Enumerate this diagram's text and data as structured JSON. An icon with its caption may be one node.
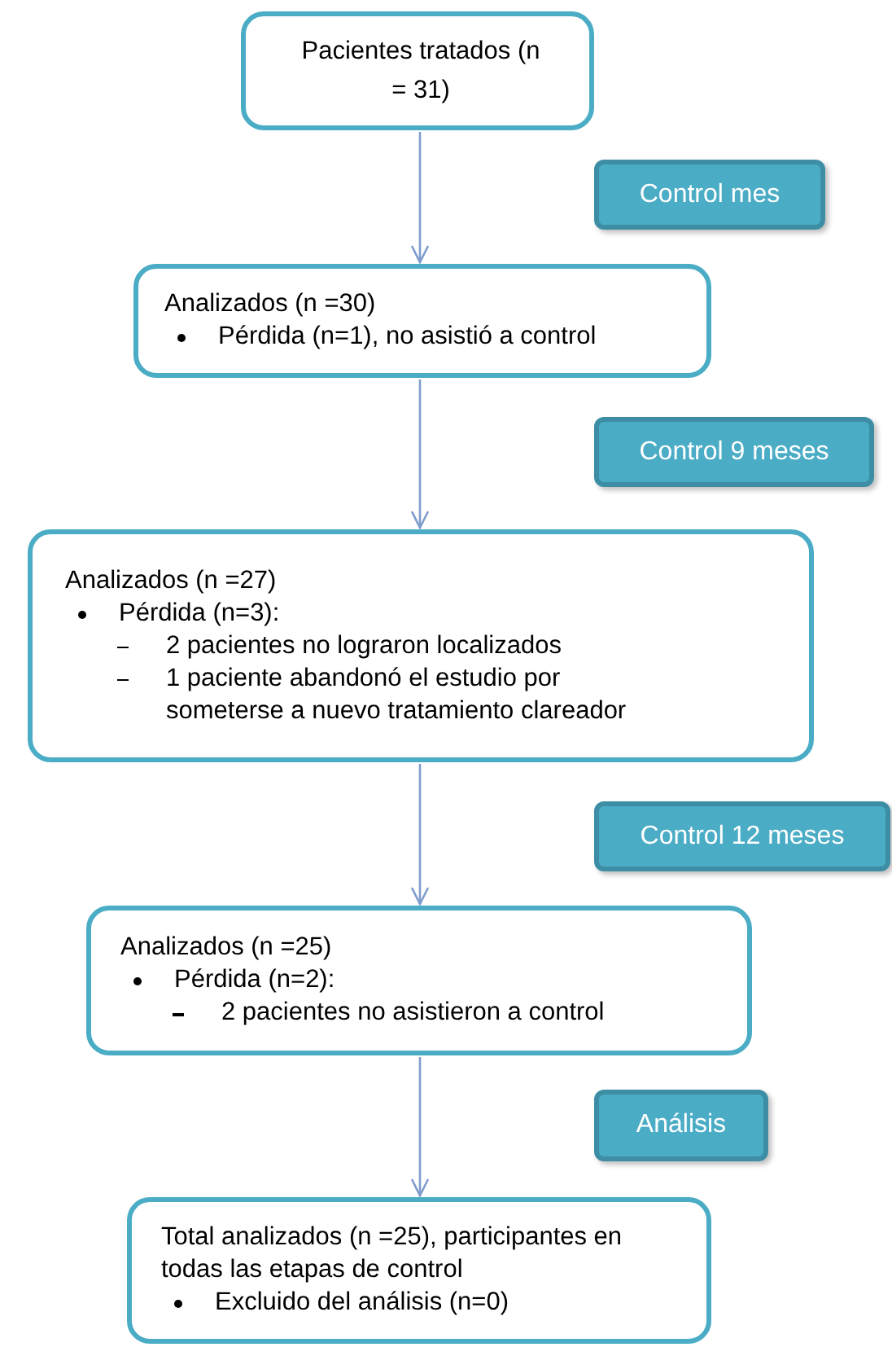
{
  "diagram": {
    "nodes": [
      {
        "text": [
          "Pacientes tratados (n = 31)"
        ]
      },
      {
        "text": [
          "Control mes"
        ]
      },
      {
        "text": [
          "Analizados (n =30)",
          "Pérdida (n=1), no asistió a control"
        ]
      },
      {
        "text": [
          "Control 9 meses"
        ]
      },
      {
        "text": [
          "Analizados (n =27)",
          "Pérdida (n=3):",
          "2 pacientes no lograron localizados",
          "1 paciente abandonó el estudio por someterse a nuevo tratamiento clareador"
        ]
      },
      {
        "text": [
          "Control 12 meses"
        ]
      },
      {
        "text": [
          "Analizados (n =25)",
          "Pérdida (n=2):",
          "2 pacientes no asistieron a control"
        ]
      },
      {
        "text": [
          "Análisis"
        ]
      },
      {
        "text": [
          "Total analizados (n =25), participantes en todas las etapas de control",
          "Excluido del análisis (n=0)"
        ]
      }
    ],
    "edges": [
      {
        "from": 0,
        "to": 2,
        "arrow": "to"
      },
      {
        "from": 2,
        "to": 4,
        "arrow": "to"
      },
      {
        "from": 4,
        "to": 6,
        "arrow": "to"
      },
      {
        "from": 6,
        "to": 8,
        "arrow": "to"
      }
    ]
  }
}
